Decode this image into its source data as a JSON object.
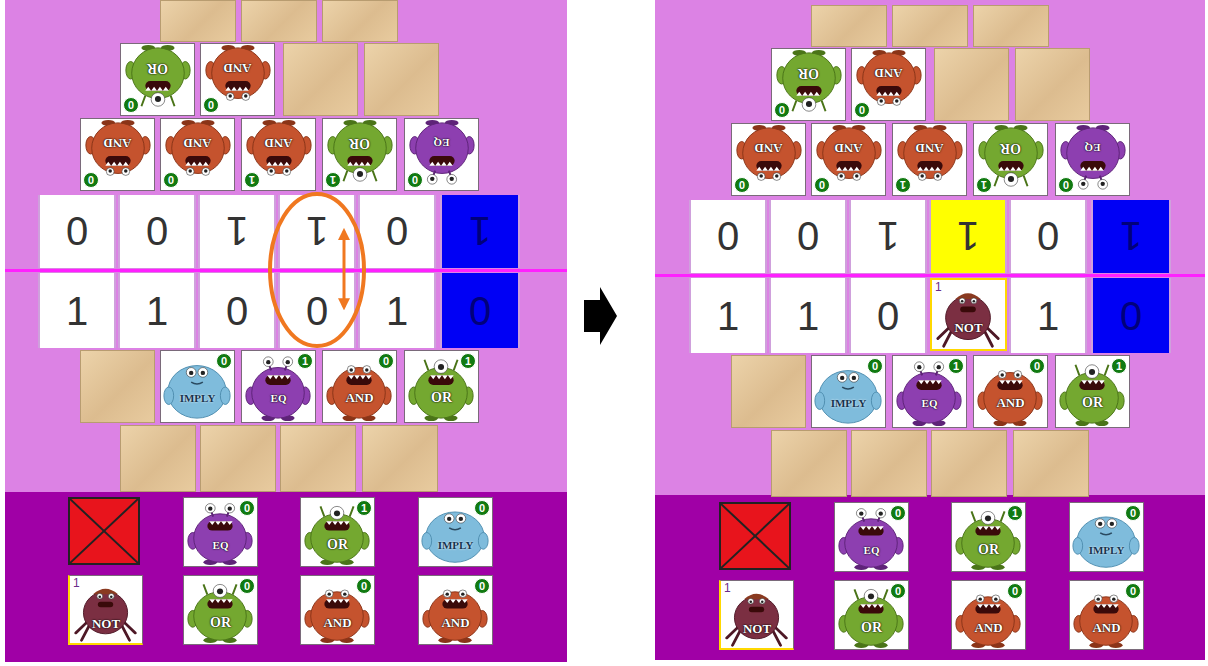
{
  "diagram": {
    "nodes": [
      {
        "text": [
          "OR",
          "0"
        ]
      },
      {
        "text": [
          "AND",
          "0"
        ]
      },
      {
        "text": [
          "AND",
          "0"
        ]
      },
      {
        "text": [
          "AND",
          "0"
        ]
      },
      {
        "text": [
          "AND",
          "1"
        ]
      },
      {
        "text": [
          "OR",
          "1"
        ]
      },
      {
        "text": [
          "EQ",
          "0"
        ]
      },
      {
        "text": [
          "0"
        ]
      },
      {
        "text": [
          "0"
        ]
      },
      {
        "text": [
          "1"
        ]
      },
      {
        "text": [
          "1"
        ]
      },
      {
        "text": [
          "0"
        ]
      },
      {
        "text": [
          "1"
        ]
      },
      {
        "text": [
          "1"
        ]
      },
      {
        "text": [
          "1"
        ]
      },
      {
        "text": [
          "0"
        ]
      },
      {
        "text": [
          "0"
        ]
      },
      {
        "text": [
          "1"
        ]
      },
      {
        "text": [
          "0"
        ]
      },
      {
        "text": [
          "IMPLY",
          "0"
        ]
      },
      {
        "text": [
          "EQ",
          "1"
        ]
      },
      {
        "text": [
          "AND",
          "0"
        ]
      },
      {
        "text": [
          "OR",
          "1"
        ]
      },
      {
        "text": [
          "EQ",
          "0"
        ]
      },
      {
        "text": [
          "OR",
          "1"
        ]
      },
      {
        "text": [
          "IMPLY",
          "0"
        ]
      },
      {
        "text": [
          "NOT",
          "1"
        ]
      },
      {
        "text": [
          "OR",
          "0"
        ]
      },
      {
        "text": [
          "AND",
          "0"
        ]
      },
      {
        "text": [
          "AND",
          "0"
        ]
      },
      {
        "text": [
          "OR",
          "0"
        ]
      },
      {
        "text": [
          "AND",
          "0"
        ]
      },
      {
        "text": [
          "AND",
          "0"
        ]
      },
      {
        "text": [
          "AND",
          "0"
        ]
      },
      {
        "text": [
          "AND",
          "1"
        ]
      },
      {
        "text": [
          "OR",
          "1"
        ]
      },
      {
        "text": [
          "EQ",
          "0"
        ]
      },
      {
        "text": [
          "0"
        ]
      },
      {
        "text": [
          "0"
        ]
      },
      {
        "text": [
          "1"
        ]
      },
      {
        "text": [
          "1"
        ]
      },
      {
        "text": [
          "0"
        ]
      },
      {
        "text": [
          "1"
        ]
      },
      {
        "text": [
          "1"
        ]
      },
      {
        "text": [
          "1"
        ]
      },
      {
        "text": [
          "0"
        ]
      },
      {
        "text": [
          "NOT",
          "1"
        ]
      },
      {
        "text": [
          "1"
        ]
      },
      {
        "text": [
          "0"
        ]
      },
      {
        "text": [
          "IMPLY",
          "0"
        ]
      },
      {
        "text": [
          "EQ",
          "1"
        ]
      },
      {
        "text": [
          "AND",
          "0"
        ]
      },
      {
        "text": [
          "OR",
          "1"
        ]
      },
      {
        "text": [
          "EQ",
          "0"
        ]
      },
      {
        "text": [
          "OR",
          "1"
        ]
      },
      {
        "text": [
          "IMPLY",
          "0"
        ]
      },
      {
        "text": [
          "NOT",
          "1"
        ]
      },
      {
        "text": [
          "OR",
          "0"
        ]
      },
      {
        "text": [
          "AND",
          "0"
        ]
      },
      {
        "text": [
          "AND",
          "0"
        ]
      }
    ],
    "edges": [
      {
        "from": 10,
        "to": 16,
        "arrow": "both"
      }
    ]
  }
}
